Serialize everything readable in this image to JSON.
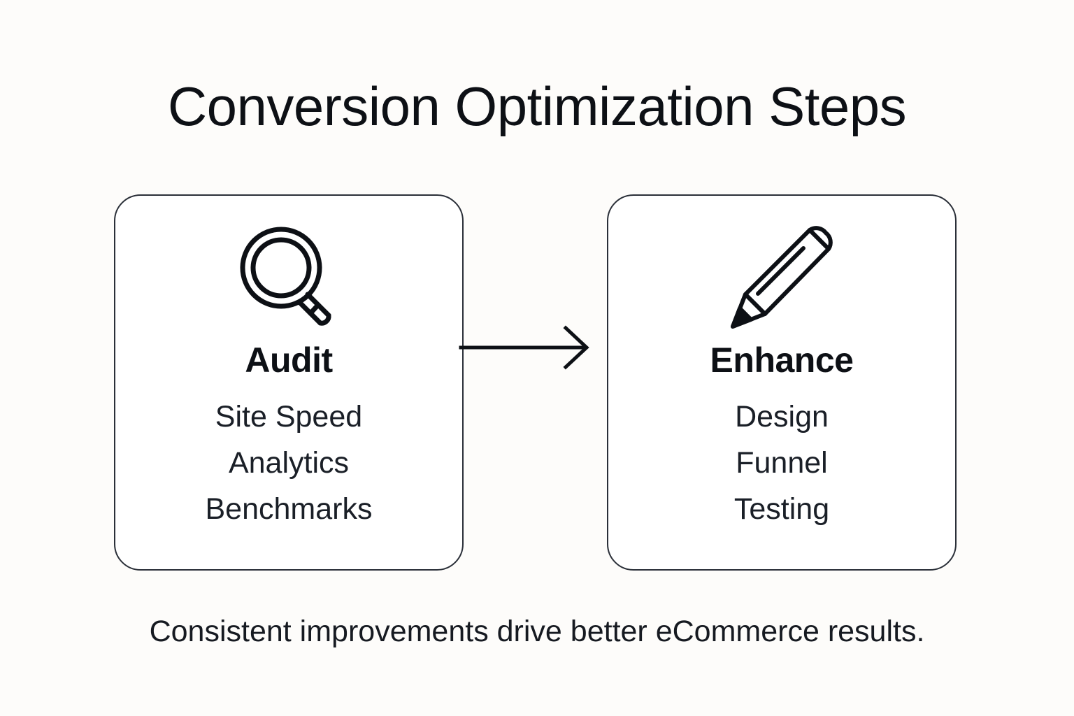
{
  "page": {
    "title": "Conversion Optimization Steps",
    "caption": "Consistent improvements drive better eCommerce results.",
    "background_color": "#fdfcfa",
    "stroke_color": "#2a2f38",
    "text_color": "#13161c",
    "card_background": "#ffffff"
  },
  "cards": [
    {
      "icon": "magnifying-glass-icon",
      "title": "Audit",
      "items": [
        "Site Speed",
        "Analytics",
        "Benchmarks"
      ]
    },
    {
      "icon": "pencil-icon",
      "title": "Enhance",
      "items": [
        "Design",
        "Funnel",
        "Testing"
      ]
    }
  ],
  "connector": {
    "icon": "arrow-right-icon",
    "direction": "left-to-right"
  }
}
